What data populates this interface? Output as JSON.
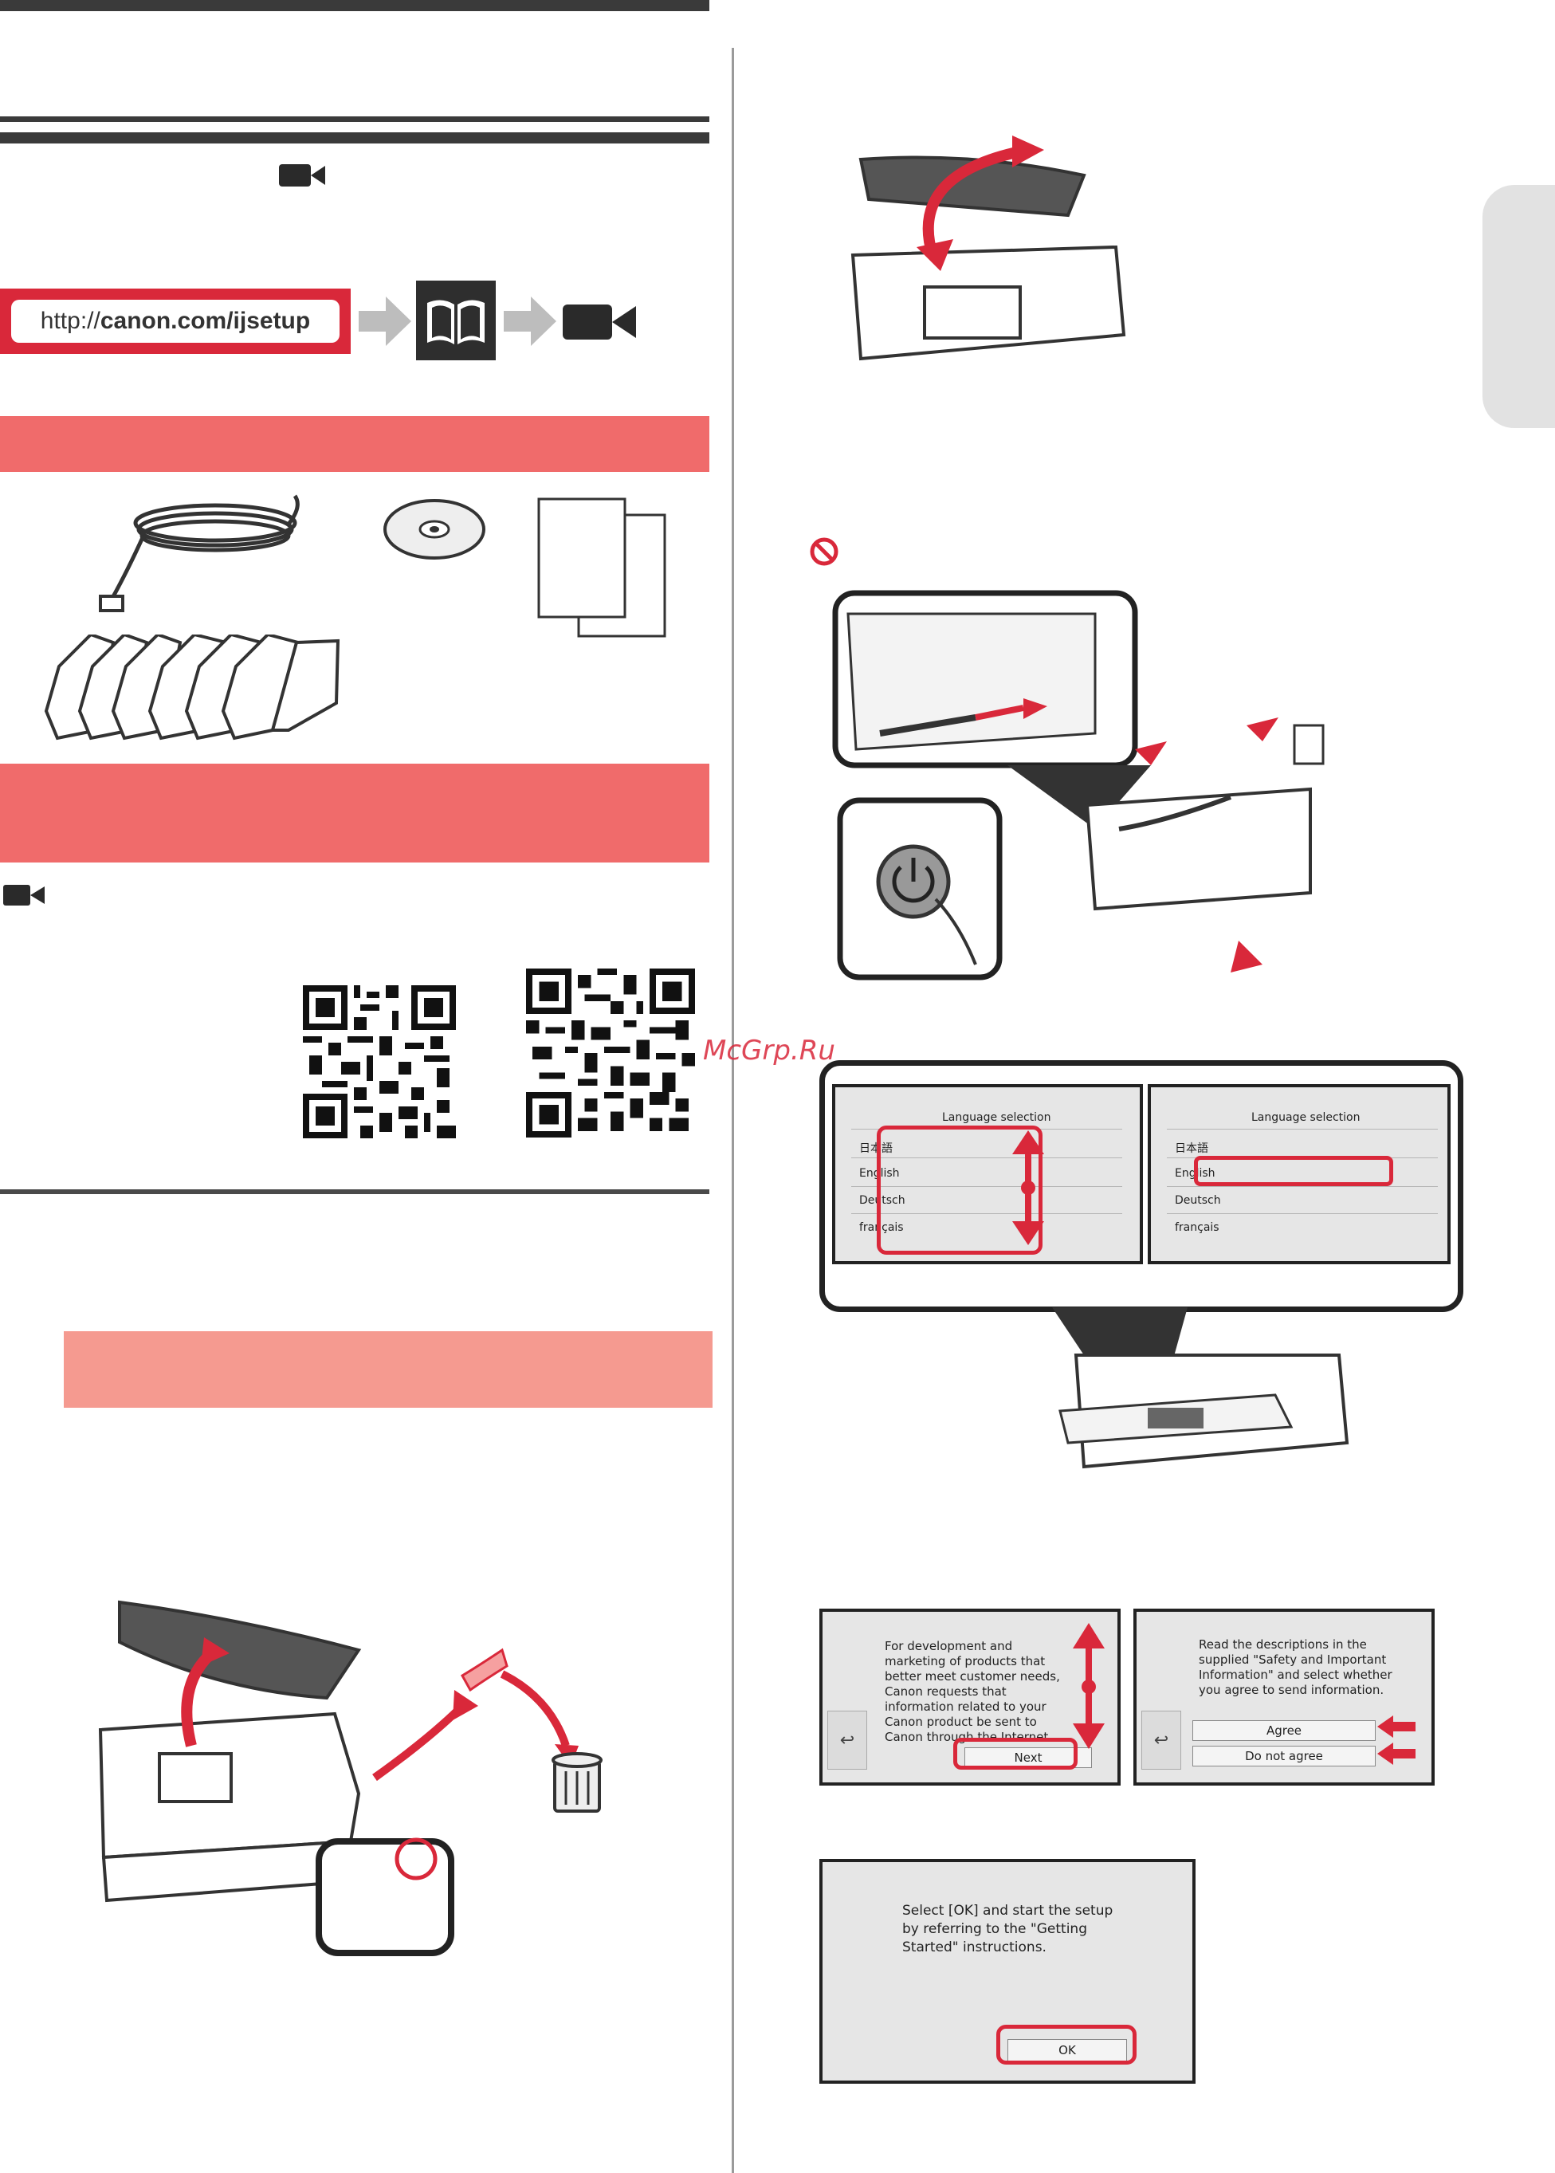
{
  "header": {
    "url_prefix": "http://",
    "url_domain": "canon.com/ijsetup"
  },
  "watermark": "McGrp.Ru",
  "screens": {
    "language": {
      "title": "Language selection",
      "items": [
        "日本語",
        "English",
        "Deutsch",
        "français"
      ]
    },
    "info_sharing": {
      "text": "For development and marketing of products that better meet customer needs, Canon requests that information related to your Canon product be sent to Canon through the Internet.",
      "next_label": "Next",
      "back_symbol": "↩"
    },
    "agreement": {
      "text": "Read the descriptions in the supplied \"Safety and Important Information\" and select whether you agree to send information.",
      "agree_label": "Agree",
      "disagree_label": "Do not agree",
      "back_symbol": "↩"
    },
    "setup_start": {
      "text": "Select [OK] and start the setup by referring to the \"Getting Started\" instructions.",
      "ok_label": "OK"
    }
  },
  "colors": {
    "accent_red": "#d9283a",
    "bar_red": "#f06b6b",
    "bar_pink": "#f59a90",
    "rule": "#3a3a3a"
  },
  "icons": [
    "video-camera-icon",
    "manual-book-icon",
    "arrow-right-icon",
    "no-symbol-icon",
    "power-button-icon",
    "trash-bin-icon"
  ]
}
